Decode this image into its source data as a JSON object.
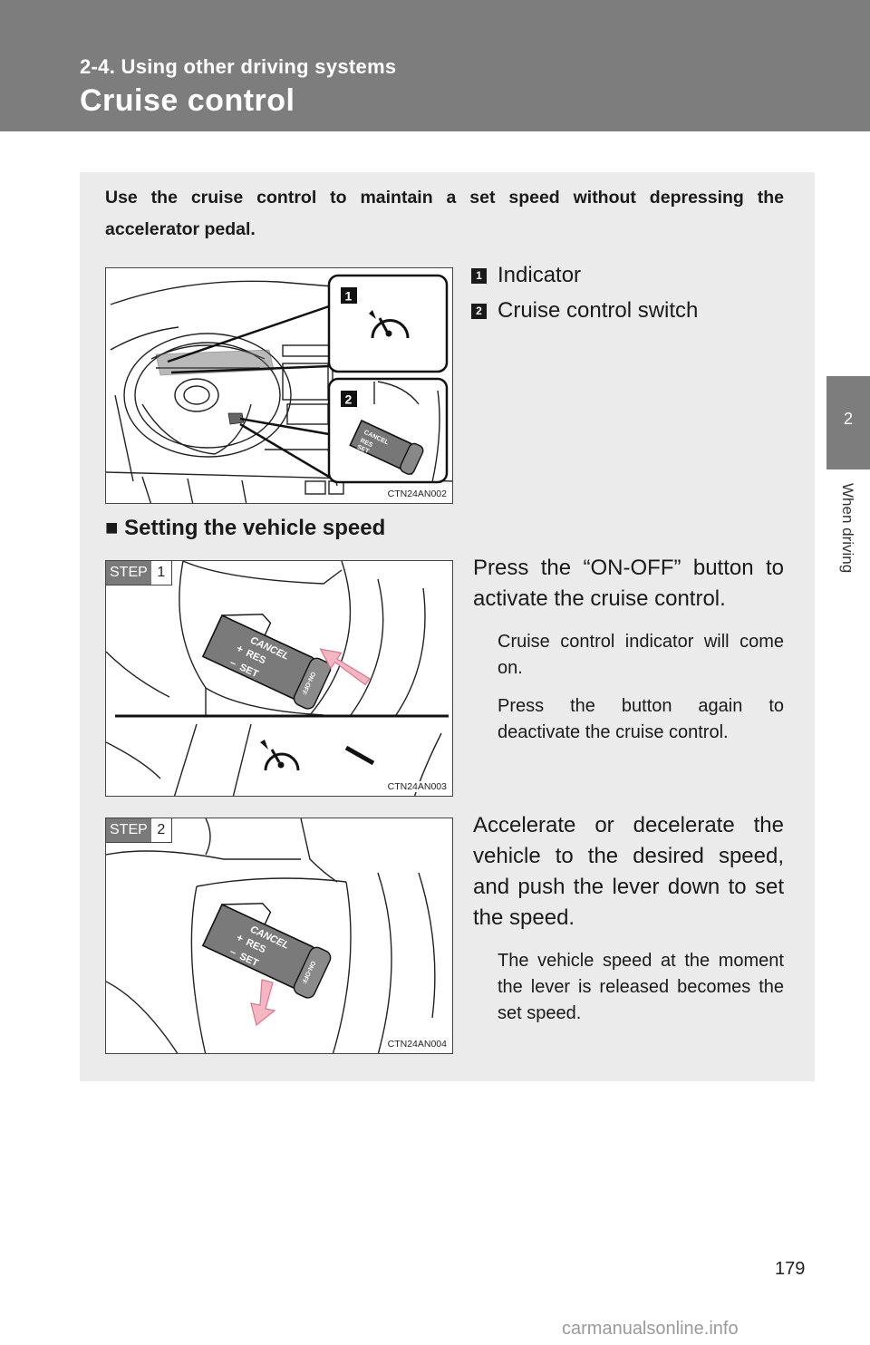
{
  "header": {
    "section": "2-4. Using other driving systems",
    "title": "Cruise control"
  },
  "side_tab": {
    "number": "2",
    "label": "When driving"
  },
  "intro": "Use the cruise control to maintain a set speed without depressing the accelerator pedal.",
  "overview_figure": {
    "code": "CTN24AN002",
    "callouts": [
      "1",
      "2"
    ],
    "legend": [
      {
        "number": "1",
        "label": "Indicator"
      },
      {
        "number": "2",
        "label": "Cruise control switch"
      }
    ]
  },
  "section": {
    "bullet": "■",
    "title": "Setting the vehicle speed"
  },
  "lever_labels": {
    "cancel": "CANCEL",
    "res": "RES",
    "set": "SET",
    "onoff": "ON-OFF",
    "plus": "+",
    "minus": "–"
  },
  "steps": [
    {
      "badge": "STEP",
      "number": "1",
      "figure_code": "CTN24AN003",
      "main": "Press the “ON-OFF” button to activate the cruise control.",
      "notes": [
        "Cruise control indicator will come on.",
        "Press the button again to deactivate the cruise control."
      ]
    },
    {
      "badge": "STEP",
      "number": "2",
      "figure_code": "CTN24AN004",
      "main": "Accelerate or decelerate the vehicle to the desired speed, and push the lever down to set the speed.",
      "notes": [
        "The vehicle speed at the moment the lever is released becomes the set speed."
      ]
    }
  ],
  "page_number": "179",
  "watermark": "carmanualsonline.info",
  "colors": {
    "header": "#7d7d7d",
    "panel": "#ebebeb",
    "arrow": "#f4b6c2",
    "arrow_stroke": "#d8788d"
  }
}
